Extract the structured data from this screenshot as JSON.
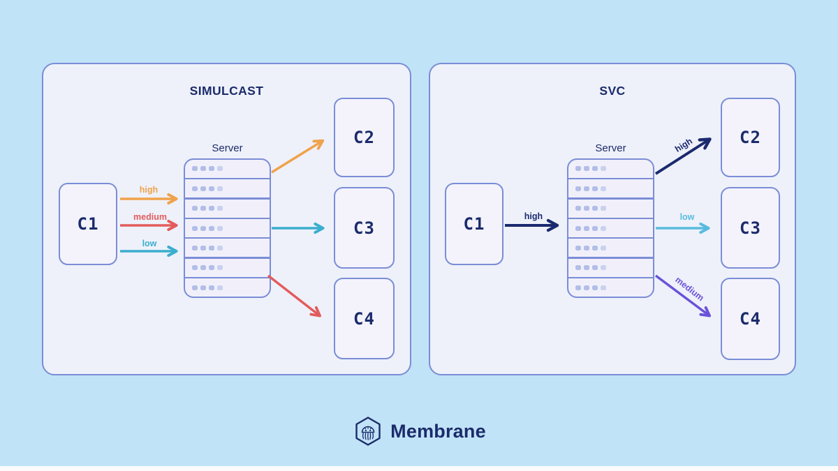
{
  "page": {
    "background": "#C1E3F7",
    "footer_strip": "#FCFCFD"
  },
  "colors": {
    "ink": "#1B2B6B",
    "border": "#7A8DD6",
    "panel_bg": "#EEF1FA",
    "box_bg": "#F4F3FC",
    "orange": "#F0A24A",
    "red": "#E25C5C",
    "teal": "#3AAECE",
    "navy": "#1B2A6E",
    "light_blue": "#58BBDE",
    "purple": "#6A52DA"
  },
  "server": {
    "rows": 7,
    "dots_per_row": 4
  },
  "panels": [
    {
      "title": "SIMULCAST",
      "source_client": "C1",
      "server_label": "Server",
      "clients": [
        "C2",
        "C3",
        "C4"
      ],
      "uplinks": [
        {
          "label": "high",
          "color": "#F0A24A"
        },
        {
          "label": "medium",
          "color": "#E25C5C"
        },
        {
          "label": "low",
          "color": "#3AAECE"
        }
      ],
      "downlinks": [
        {
          "to": "C2",
          "color": "#F0A24A"
        },
        {
          "to": "C3",
          "color": "#3AAECE"
        },
        {
          "to": "C4",
          "color": "#E25C5C"
        }
      ]
    },
    {
      "title": "SVC",
      "source_client": "C1",
      "server_label": "Server",
      "clients": [
        "C2",
        "C3",
        "C4"
      ],
      "uplinks": [
        {
          "label": "high",
          "color": "#1B2A6E"
        }
      ],
      "downlinks": [
        {
          "to": "C2",
          "label": "high",
          "color": "#1B2A6E"
        },
        {
          "to": "C3",
          "label": "low",
          "color": "#58BBDE"
        },
        {
          "to": "C4",
          "label": "medium",
          "color": "#6A52DA"
        }
      ]
    }
  ],
  "footer": {
    "brand": "Membrane"
  }
}
